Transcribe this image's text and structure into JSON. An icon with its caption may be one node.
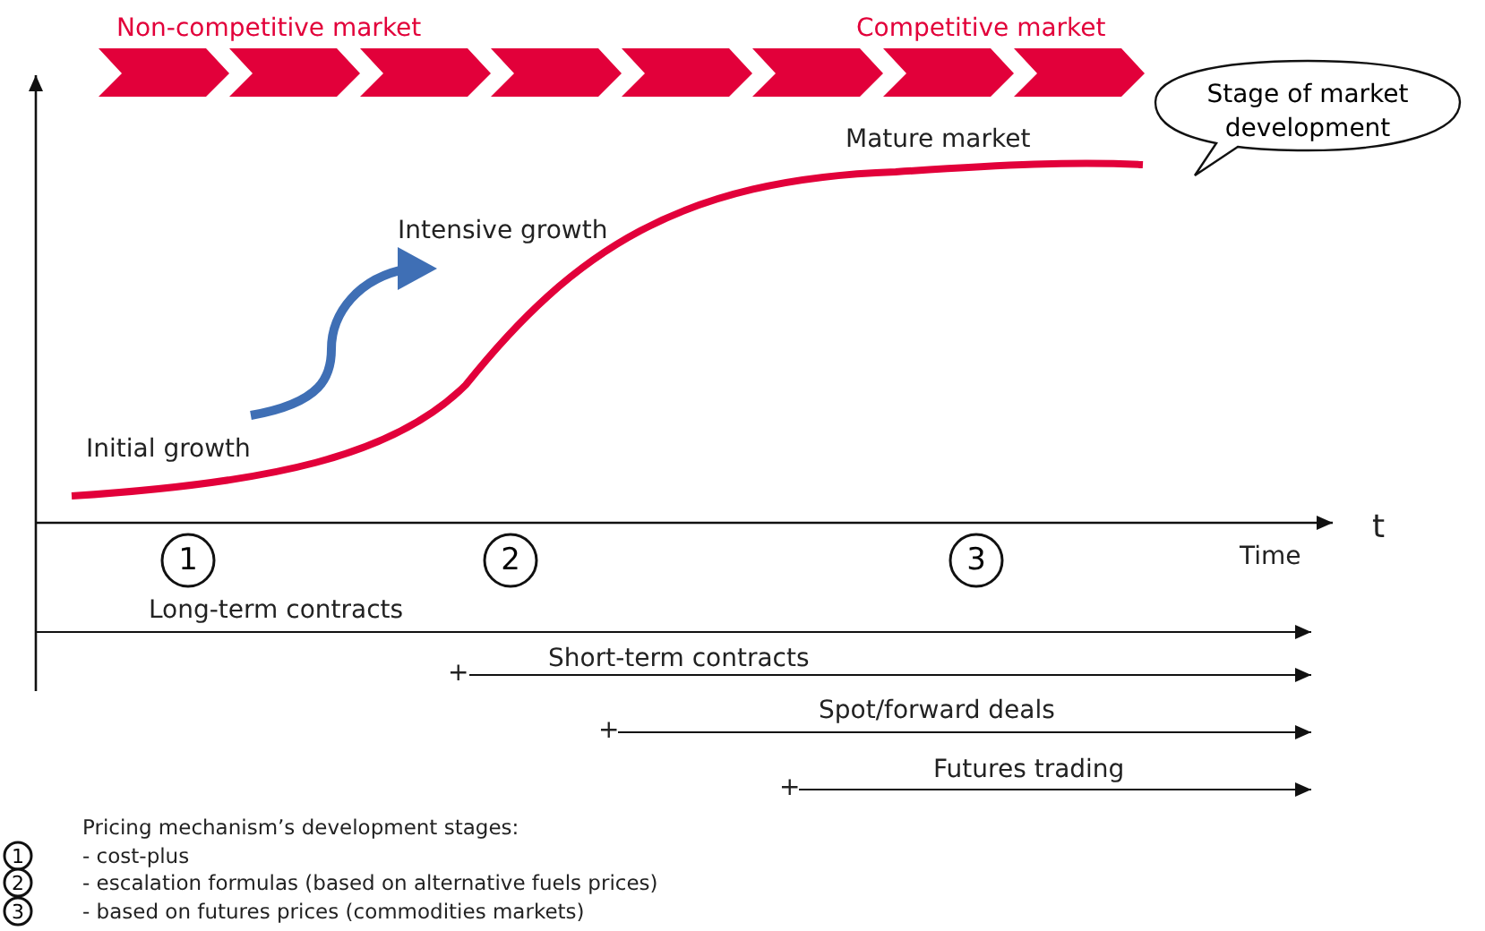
{
  "diagram": {
    "nodes": [
      {
        "text": [
          "Stage of market development"
        ]
      },
      {
        "text": [
          "1"
        ]
      },
      {
        "text": [
          "2"
        ]
      },
      {
        "text": [
          "3"
        ]
      },
      {
        "text": [
          "1"
        ]
      },
      {
        "text": [
          "2"
        ]
      },
      {
        "text": [
          "3"
        ]
      }
    ],
    "labels": [
      "Non-competitive market",
      "Competitive market",
      "Mature market",
      "Intensive growth",
      "Initial growth",
      "t",
      "Time",
      "Long-term contracts",
      "+",
      "Short-term contracts",
      "+",
      "Spot/forward deals",
      "+",
      "Futures trading",
      "Pricing mechanism’s development stages:",
      "- cost-plus",
      "- escalation formulas (based on alternative fuels prices)",
      "- based on futures prices (commodities markets)"
    ]
  }
}
